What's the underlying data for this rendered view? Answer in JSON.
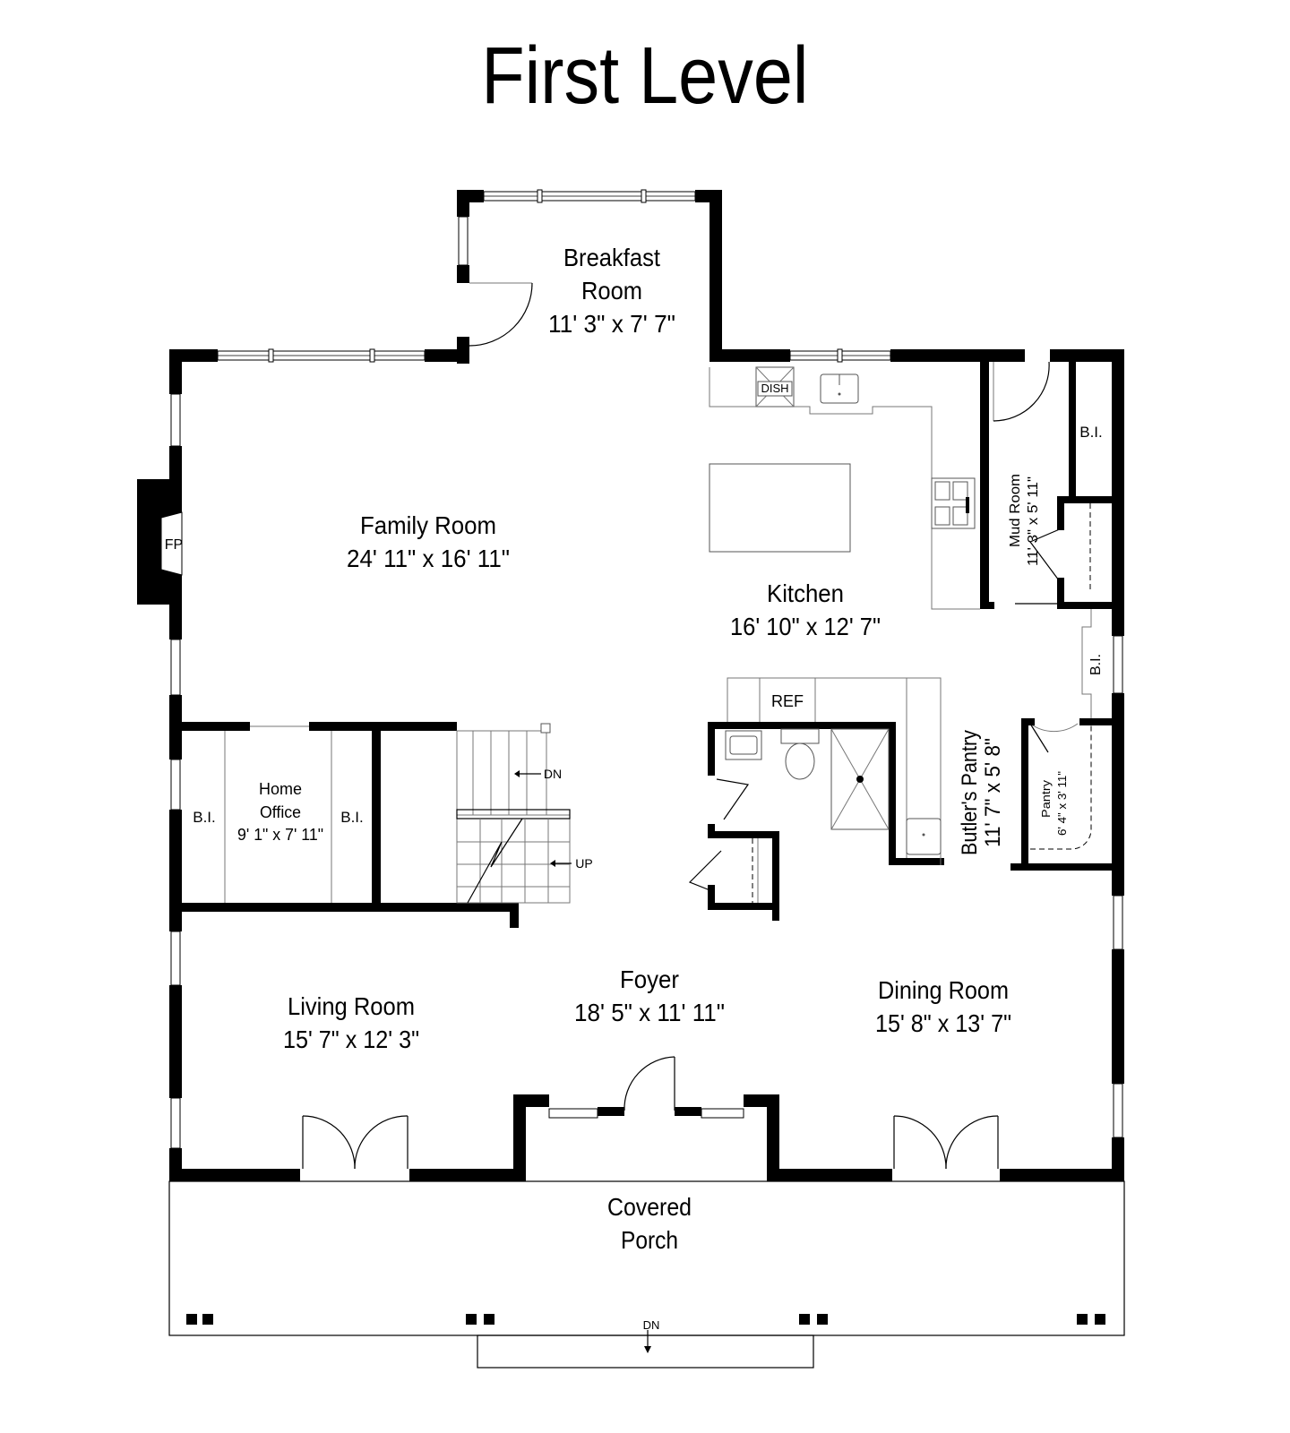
{
  "title": "First Level",
  "rooms": {
    "breakfast": {
      "line1": "Breakfast",
      "line2": "Room",
      "dims": "11' 3\" x 7' 7\""
    },
    "family": {
      "name": "Family Room",
      "dims": "24' 11\" x 16' 11\""
    },
    "kitchen": {
      "name": "Kitchen",
      "dims": "16' 10\" x 12' 7\""
    },
    "mud": {
      "name": "Mud Room",
      "dims": "11' 3\" x 5' 11\""
    },
    "office": {
      "line1": "Home",
      "line2": "Office",
      "dims": "9' 1\" x 7' 11\""
    },
    "butler": {
      "name": "Butler's Pantry",
      "dims": "11' 7\" x 5' 8\""
    },
    "pantry": {
      "name": "Pantry",
      "dims": "6' 4\" x 3' 11\""
    },
    "living": {
      "name": "Living Room",
      "dims": "15' 7\" x 12' 3\""
    },
    "foyer": {
      "name": "Foyer",
      "dims": "18' 5\" x 11' 11\""
    },
    "dining": {
      "name": "Dining Room",
      "dims": "15' 8\" x 13' 7\""
    },
    "porch": {
      "line1": "Covered",
      "line2": "Porch"
    }
  },
  "fixtures": {
    "fireplace": "FP",
    "dishwasher": "DISH",
    "refrigerator": "REF",
    "builtin": "B.I.",
    "stairs_down": "DN",
    "stairs_up": "UP",
    "porch_steps_down": "DN"
  }
}
